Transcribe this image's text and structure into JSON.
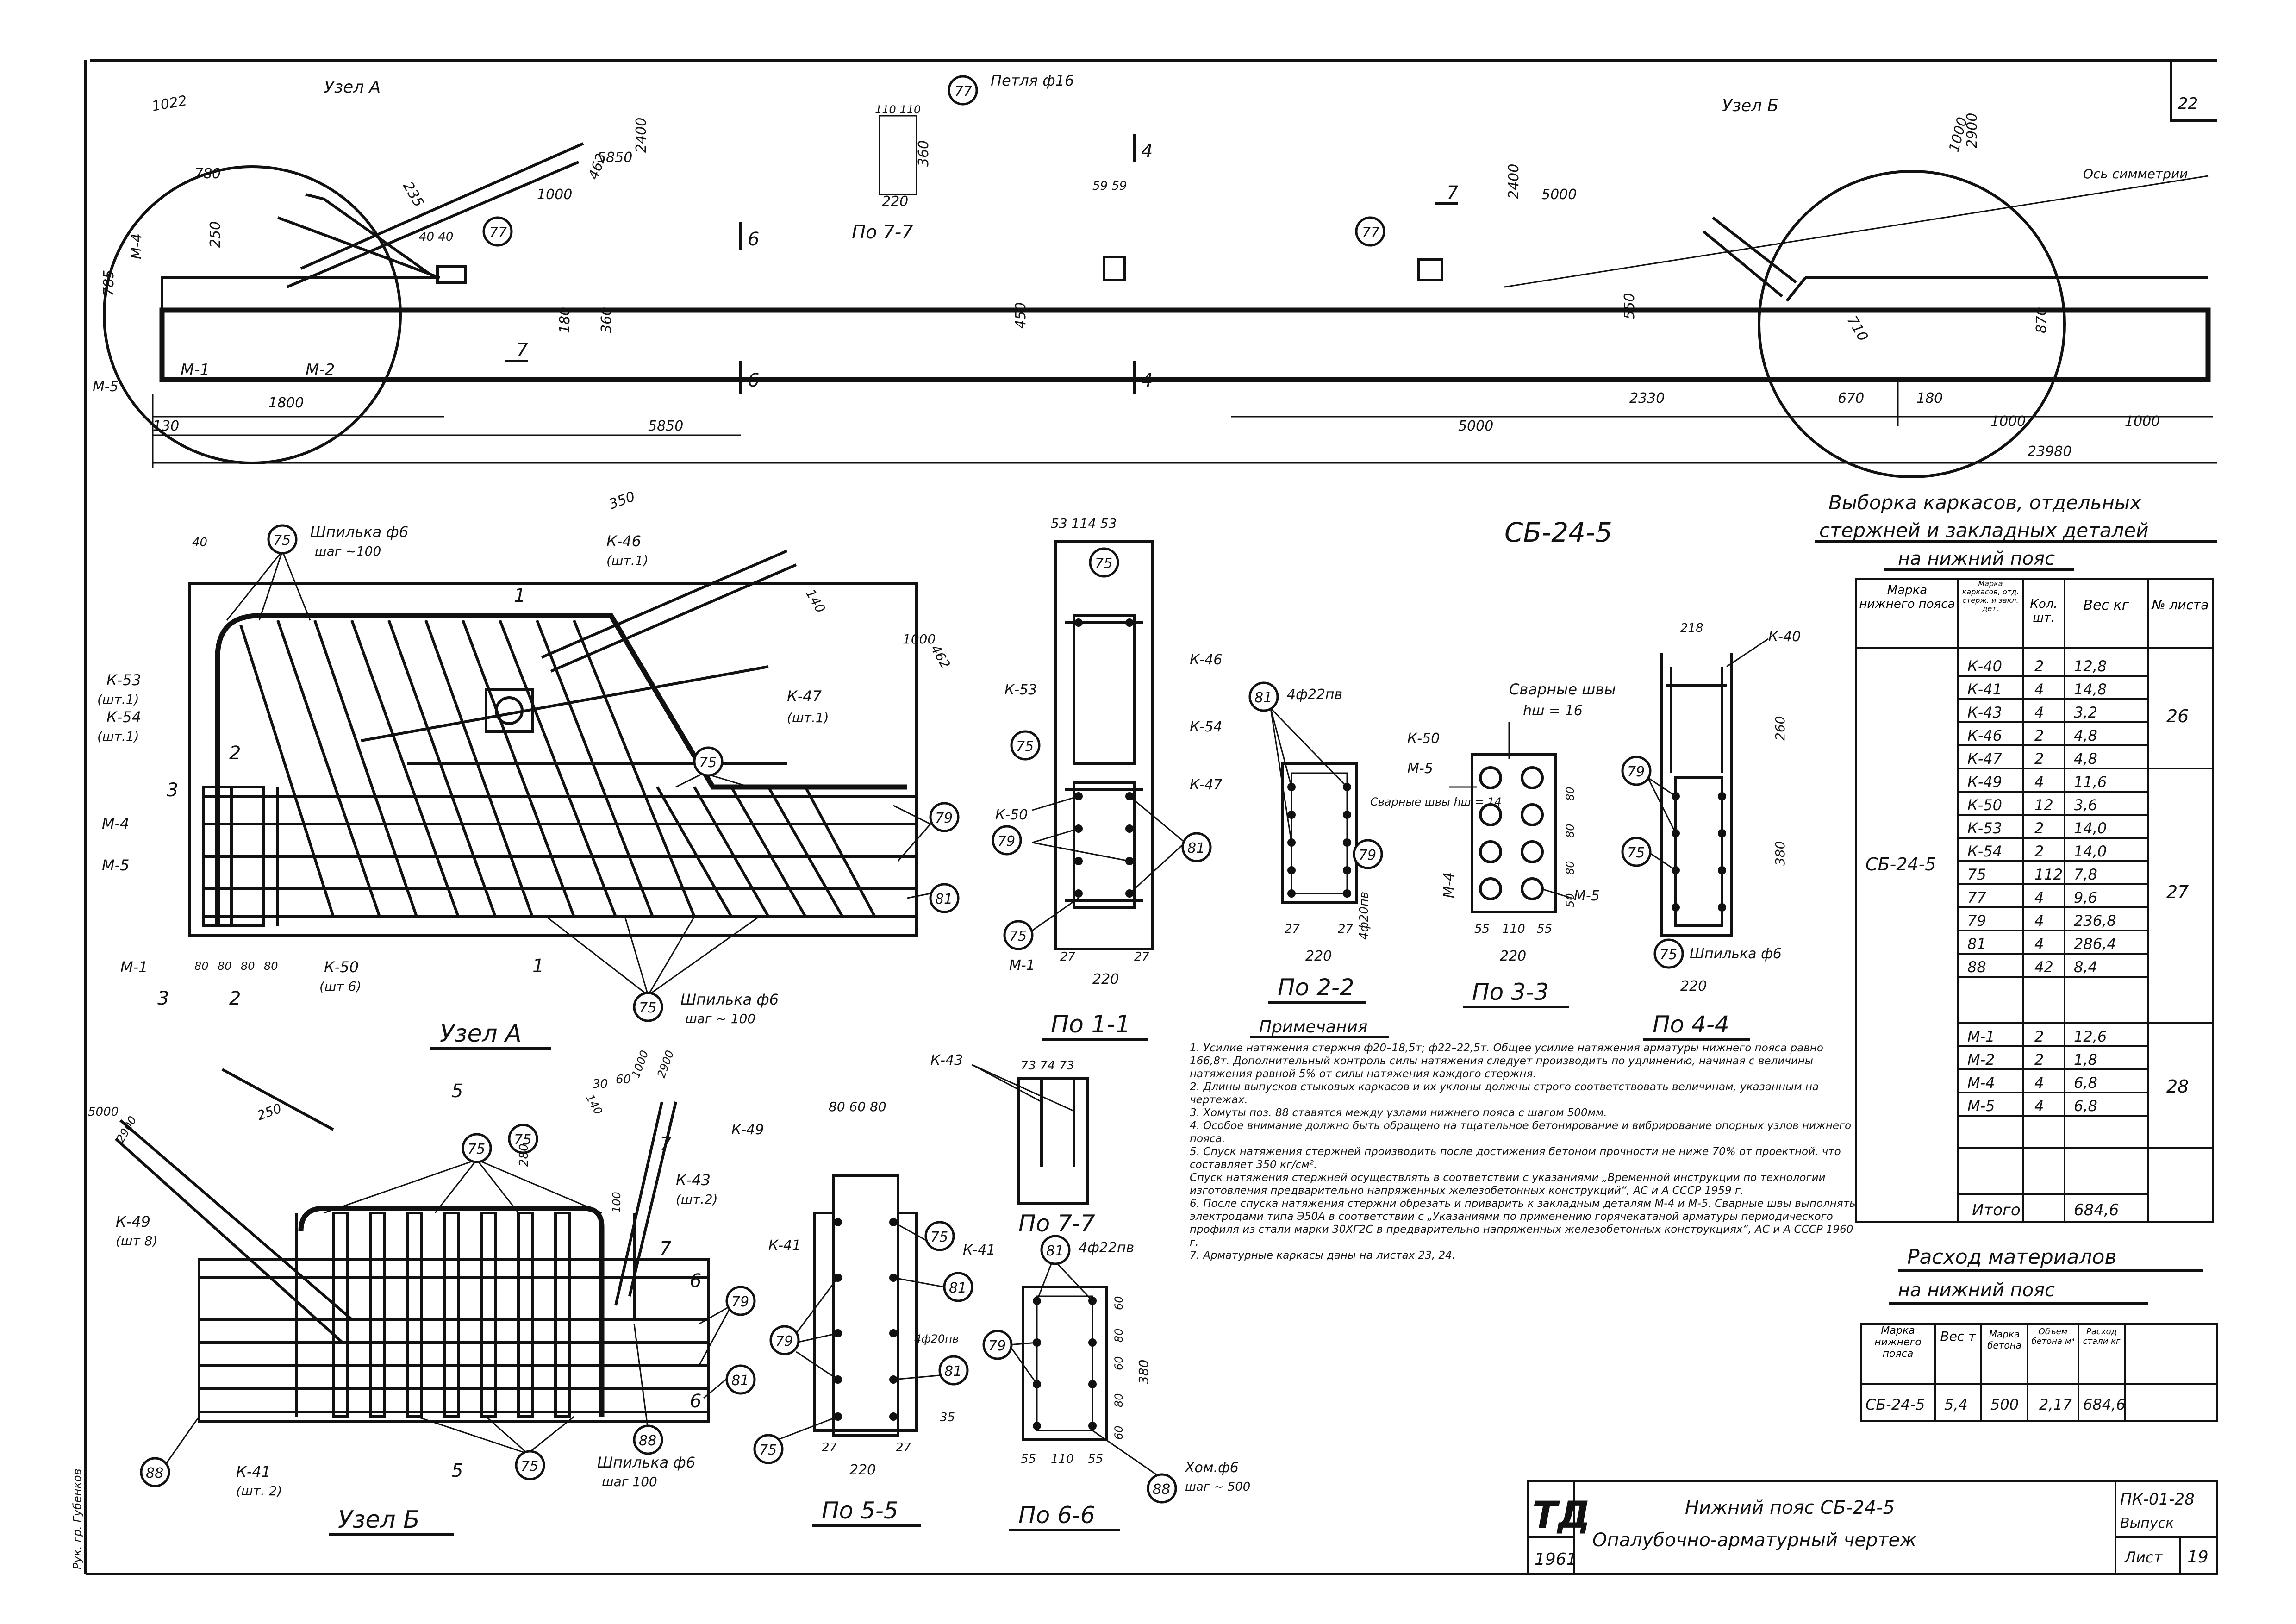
{
  "corner_sheet": "22",
  "elevation": {
    "node_a_label": "Узел А",
    "node_b_label": "Узел Б",
    "loop_label": "Петля ф16",
    "loop_pos": "77",
    "symmetry_axis": "Ось симметрии",
    "section_7_7": "По 7-7",
    "section_marks": [
      "7",
      "6",
      "4"
    ],
    "plates": [
      "М-1",
      "М-2",
      "М-4",
      "М-5"
    ],
    "dims": {
      "d1022": "1022",
      "d780": "780",
      "d250": "250",
      "d785": "785",
      "d235": "235",
      "d1000a": "1000",
      "d462": "462",
      "d5850": "5850",
      "d2400": "2400",
      "d1800": "1800",
      "d130": "130",
      "d5850b": "5850",
      "d110": "110 110",
      "d360": "360",
      "d220": "220",
      "d5959": "59 59",
      "d4040": "40 40",
      "d180": "180",
      "d360b": "360",
      "d450": "450",
      "d5000": "5000",
      "d2330": "2330",
      "d670": "670",
      "d180b": "180",
      "d1000b": "1000",
      "d1000c": "1000",
      "d23980": "23980",
      "d550": "550",
      "d710": "710",
      "d2900": "2900",
      "d1000d": "1000",
      "d2400b": "2400",
      "d5000b": "5000",
      "d870": "870"
    }
  },
  "node_a": {
    "title": "Узел А",
    "stud": "Шпилька ф6",
    "stud_step": "шаг ~100",
    "stud2": "Шпилька ф6",
    "stud2_step": "шаг ~ 100",
    "frames": [
      "К-46",
      "(шт.1)",
      "К-47",
      "(шт.1)",
      "К-53",
      "(шт.1)",
      "К-54",
      "(шт.1)",
      "К-50",
      "(шт 6)"
    ],
    "plates": [
      "М-4",
      "М-5",
      "М-1"
    ],
    "positions": [
      "75",
      "75",
      "75",
      "79",
      "81"
    ],
    "dims": [
      "350",
      "140",
      "462",
      "1000",
      "40",
      "80",
      "80",
      "80",
      "80"
    ],
    "cuts": [
      "1",
      "1",
      "2",
      "2",
      "3",
      "3"
    ]
  },
  "node_b": {
    "title": "Узел Б",
    "stud": "Шпилька ф6",
    "stud_step": "шаг 100",
    "frames": [
      "К-49",
      "(шт 8)",
      "К-43",
      "(шт.2)",
      "К-41",
      "(шт. 2)"
    ],
    "positions": [
      "75",
      "75",
      "75",
      "79",
      "81",
      "88",
      "88"
    ],
    "dims": [
      "5000",
      "2900",
      "250",
      "30",
      "60",
      "280",
      "140",
      "100",
      "1000",
      "2900"
    ],
    "cuts": [
      "5",
      "5",
      "6",
      "6",
      "7",
      "7"
    ]
  },
  "section_1_1": {
    "title": "По 1-1",
    "top_dims": "53 114 53",
    "frames": [
      "К-53",
      "К-46",
      "К-54",
      "К-47",
      "К-50"
    ],
    "plate": "М-1",
    "positions": [
      "75",
      "75",
      "79",
      "75",
      "81"
    ],
    "dims": [
      "27",
      "220",
      "27"
    ]
  },
  "section_2_2": {
    "title": "По 2-2",
    "rebar": "4ф22пв",
    "rebar2": "4ф20пв",
    "positions": [
      "81",
      "79"
    ],
    "dims": [
      "27",
      "220",
      "27"
    ]
  },
  "section_3_3": {
    "title": "По 3-3",
    "weld": "Сварные швы",
    "weld_h": "hш = 16",
    "weld2": "Сварные швы hш = 14",
    "frame": "К-50",
    "plates": [
      "М-5",
      "М-4",
      "М-5"
    ],
    "dims": [
      "55",
      "110",
      "55",
      "220",
      "50",
      "80",
      "80",
      "80"
    ]
  },
  "section_4_4": {
    "title": "По 4-4",
    "frame": "К-40",
    "stud": "Шпилька ф6",
    "positions": [
      "79",
      "75",
      "75"
    ],
    "dims": [
      "218",
      "260",
      "380",
      "220"
    ]
  },
  "section_5_5": {
    "title": "По 5-5",
    "top_dims": "80 60 80",
    "frames": [
      "К-49",
      "К-41",
      "К-41"
    ],
    "positions": [
      "75",
      "81",
      "79",
      "81",
      "75"
    ],
    "dims": [
      "4ф20пв",
      "35",
      "27",
      "220",
      "27"
    ]
  },
  "section_6_6": {
    "title": "По 6-6",
    "rebar": "4ф22пв",
    "clamp": "Хом.ф6",
    "clamp_step": "шаг ~ 500",
    "positions": [
      "81",
      "79",
      "88"
    ],
    "dims": [
      "60",
      "80",
      "60",
      "80",
      "60",
      "380",
      "55",
      "110",
      "55"
    ]
  },
  "section_7_7": {
    "title": "По 7-7",
    "frame": "К-43",
    "dims": "73 74 73"
  },
  "main_title": "СБ-24-5",
  "notes": {
    "title": "Примечания",
    "items": [
      "1. Усилие натяжения стержня ф20–18,5т; ф22–22,5т. Общее усилие натяжения арматуры нижнего пояса равно 166,8т. Дополнительный контроль силы натяжения следует производить по удлинению, начиная с величины натяжения равной 5% от силы натяжения каждого стержня.",
      "2. Длины выпусков стыковых каркасов и их уклоны должны строго соответствовать величинам, указанным на чертежах.",
      "3. Хомуты поз. 88 ставятся между узлами нижнего пояса с шагом 500мм.",
      "4. Особое внимание должно быть обращено на тщательное бетонирование и вибрирование опорных узлов нижнего пояса.",
      "5. Спуск натяжения стержней производить после достижения бетоном прочности не ниже 70% от проектной, что составляет 350 кг/см².",
      "Спуск натяжения стержней осуществлять в соответствии с указаниями „Временной инструкции по технологии изготовления предварительно напряженных железобетонных конструкций“, АС и А СССР 1959 г.",
      "6. После спуска натяжения стержни обрезать и приварить к закладным деталям М-4 и М-5. Сварные швы выполнять электродами типа Э50А в соответствии с „Указаниями по применению горячекатаной арматуры периодического профиля из стали марки 30ХГ2С в предварительно напряженных железобетонных конструкциях“, АС и А СССР 1960 г.",
      "7. Арматурные каркасы даны на листах 23, 24."
    ]
  },
  "table1": {
    "title1": "Выборка каркасов, отдельных",
    "title2": "стержней и закладных деталей",
    "title3": "на нижний пояс",
    "headers": [
      "Марка нижнего пояса",
      "Марка каркасов, отд. стерж. и закл. дет.",
      "Кол. шт.",
      "Вес кг",
      "№ листа"
    ],
    "mark": "СБ-24-5",
    "rows": [
      [
        "К-40",
        "2",
        "12,8"
      ],
      [
        "К-41",
        "4",
        "14,8"
      ],
      [
        "К-43",
        "4",
        "3,2"
      ],
      [
        "К-46",
        "2",
        "4,8"
      ],
      [
        "К-47",
        "2",
        "4,8"
      ],
      [
        "К-49",
        "4",
        "11,6"
      ],
      [
        "К-50",
        "12",
        "3,6"
      ],
      [
        "К-53",
        "2",
        "14,0"
      ],
      [
        "К-54",
        "2",
        "14,0"
      ],
      [
        "75",
        "112",
        "7,8"
      ],
      [
        "77",
        "4",
        "9,6"
      ],
      [
        "79",
        "4",
        "236,8"
      ],
      [
        "81",
        "4",
        "286,4"
      ],
      [
        "88",
        "42",
        "8,4"
      ],
      [
        "",
        "",
        ""
      ],
      [
        "М-1",
        "2",
        "12,6"
      ],
      [
        "М-2",
        "2",
        "1,8"
      ],
      [
        "М-4",
        "4",
        "6,8"
      ],
      [
        "М-5",
        "4",
        "6,8"
      ],
      [
        "",
        "",
        ""
      ]
    ],
    "sheets": [
      "26",
      "27",
      "28"
    ],
    "total_label": "Итого",
    "total": "684,6"
  },
  "table2": {
    "title1": "Расход материалов",
    "title2": "на нижний пояс",
    "headers": [
      "Марка нижнего пояса",
      "Вес т",
      "Марка бетона",
      "Объем бетона м³",
      "Расход стали кг"
    ],
    "row": [
      "СБ-24-5",
      "5,4",
      "500",
      "2,17",
      "684,6"
    ]
  },
  "stamp": {
    "logo": "ТД",
    "year": "1961",
    "line1": "Нижний пояс СБ-24-5",
    "line2": "Опалубочно-арматурный чертеж",
    "code": "ПК-01-28",
    "issue": "Выпуск",
    "sheet_label": "Лист",
    "sheet_no": "19"
  },
  "side_stamp": "Рук. гр. Губенков"
}
